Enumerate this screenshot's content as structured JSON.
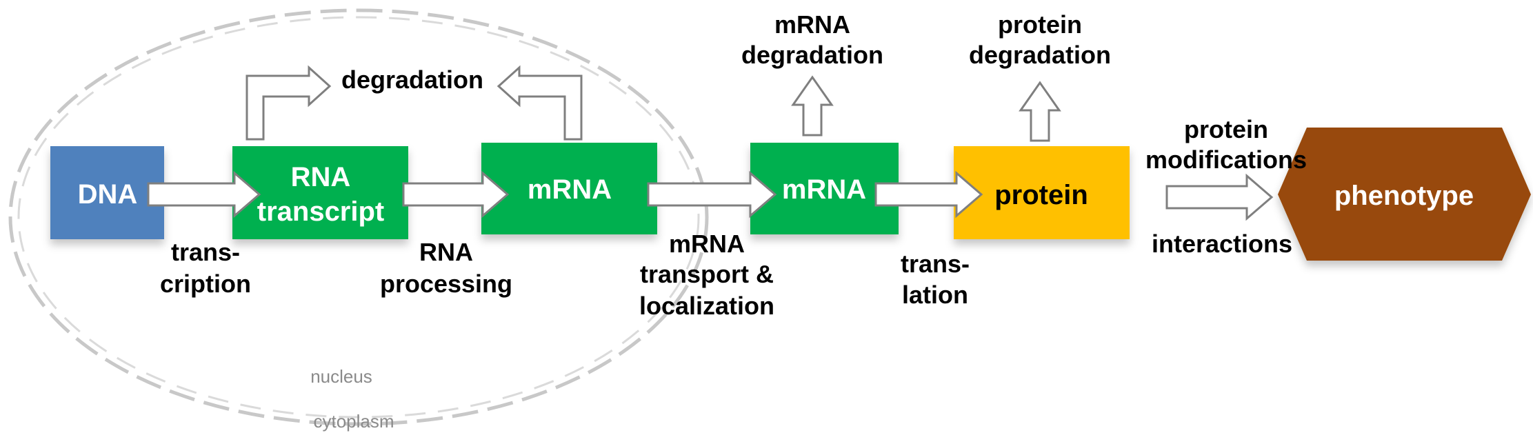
{
  "colors": {
    "dna": "#4f81bd",
    "rna": "#00b050",
    "protein": "#ffc000",
    "phenotype": "#984807",
    "arrow_stroke": "#7f7f7f",
    "region_line": "#c8c8c8"
  },
  "regions": {
    "nucleus": "nucleus",
    "cytoplasm": "cytoplasm"
  },
  "nodes": {
    "dna": "DNA",
    "rna_transcript": [
      "RNA",
      "transcript"
    ],
    "mrna_nuclear": "mRNA",
    "mrna_cytoplasmic": "mRNA",
    "protein": "protein",
    "phenotype": "phenotype"
  },
  "processes": {
    "transcription": [
      "trans-",
      "cription"
    ],
    "rna_processing": [
      "RNA",
      "processing"
    ],
    "mrna_transport": [
      "mRNA",
      "transport &",
      "localization"
    ],
    "translation": [
      "trans-",
      "lation"
    ],
    "protein_modifications": [
      "protein",
      "modifications"
    ],
    "interactions": "interactions",
    "degradation": "degradation",
    "mrna_degradation": [
      "mRNA",
      "degradation"
    ],
    "protein_degradation": [
      "protein",
      "degradation"
    ]
  }
}
